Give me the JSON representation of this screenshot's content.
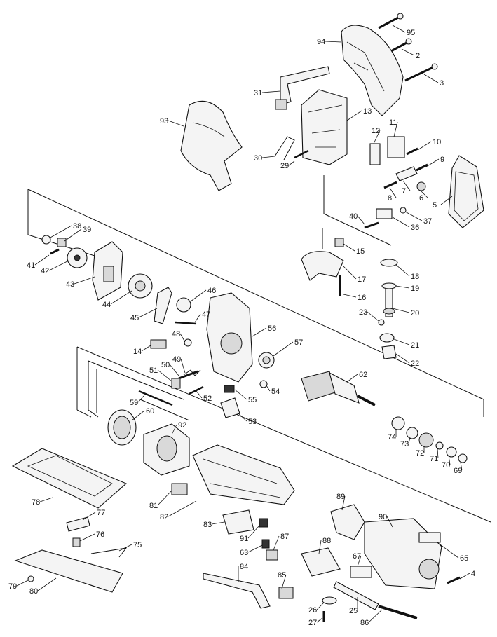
{
  "diagram": {
    "type": "exploded parts diagram",
    "callouts": [
      "95",
      "94",
      "2",
      "3",
      "31",
      "13",
      "93",
      "11",
      "12",
      "10",
      "9",
      "30",
      "29",
      "7",
      "8",
      "6",
      "5",
      "38",
      "39",
      "40",
      "36",
      "37",
      "41",
      "42",
      "15",
      "18",
      "43",
      "44",
      "17",
      "19",
      "16",
      "46",
      "45",
      "47",
      "20",
      "23",
      "48",
      "56",
      "57",
      "14",
      "21",
      "49",
      "50",
      "51",
      "22",
      "62",
      "54",
      "52",
      "55",
      "53",
      "59",
      "60",
      "92",
      "74",
      "73",
      "72",
      "71",
      "70",
      "69",
      "78",
      "81",
      "82",
      "89",
      "90",
      "77",
      "83",
      "91",
      "87",
      "88",
      "76",
      "75",
      "63",
      "65",
      "67",
      "4",
      "84",
      "85",
      "79",
      "80",
      "26",
      "25",
      "27",
      "86"
    ]
  }
}
